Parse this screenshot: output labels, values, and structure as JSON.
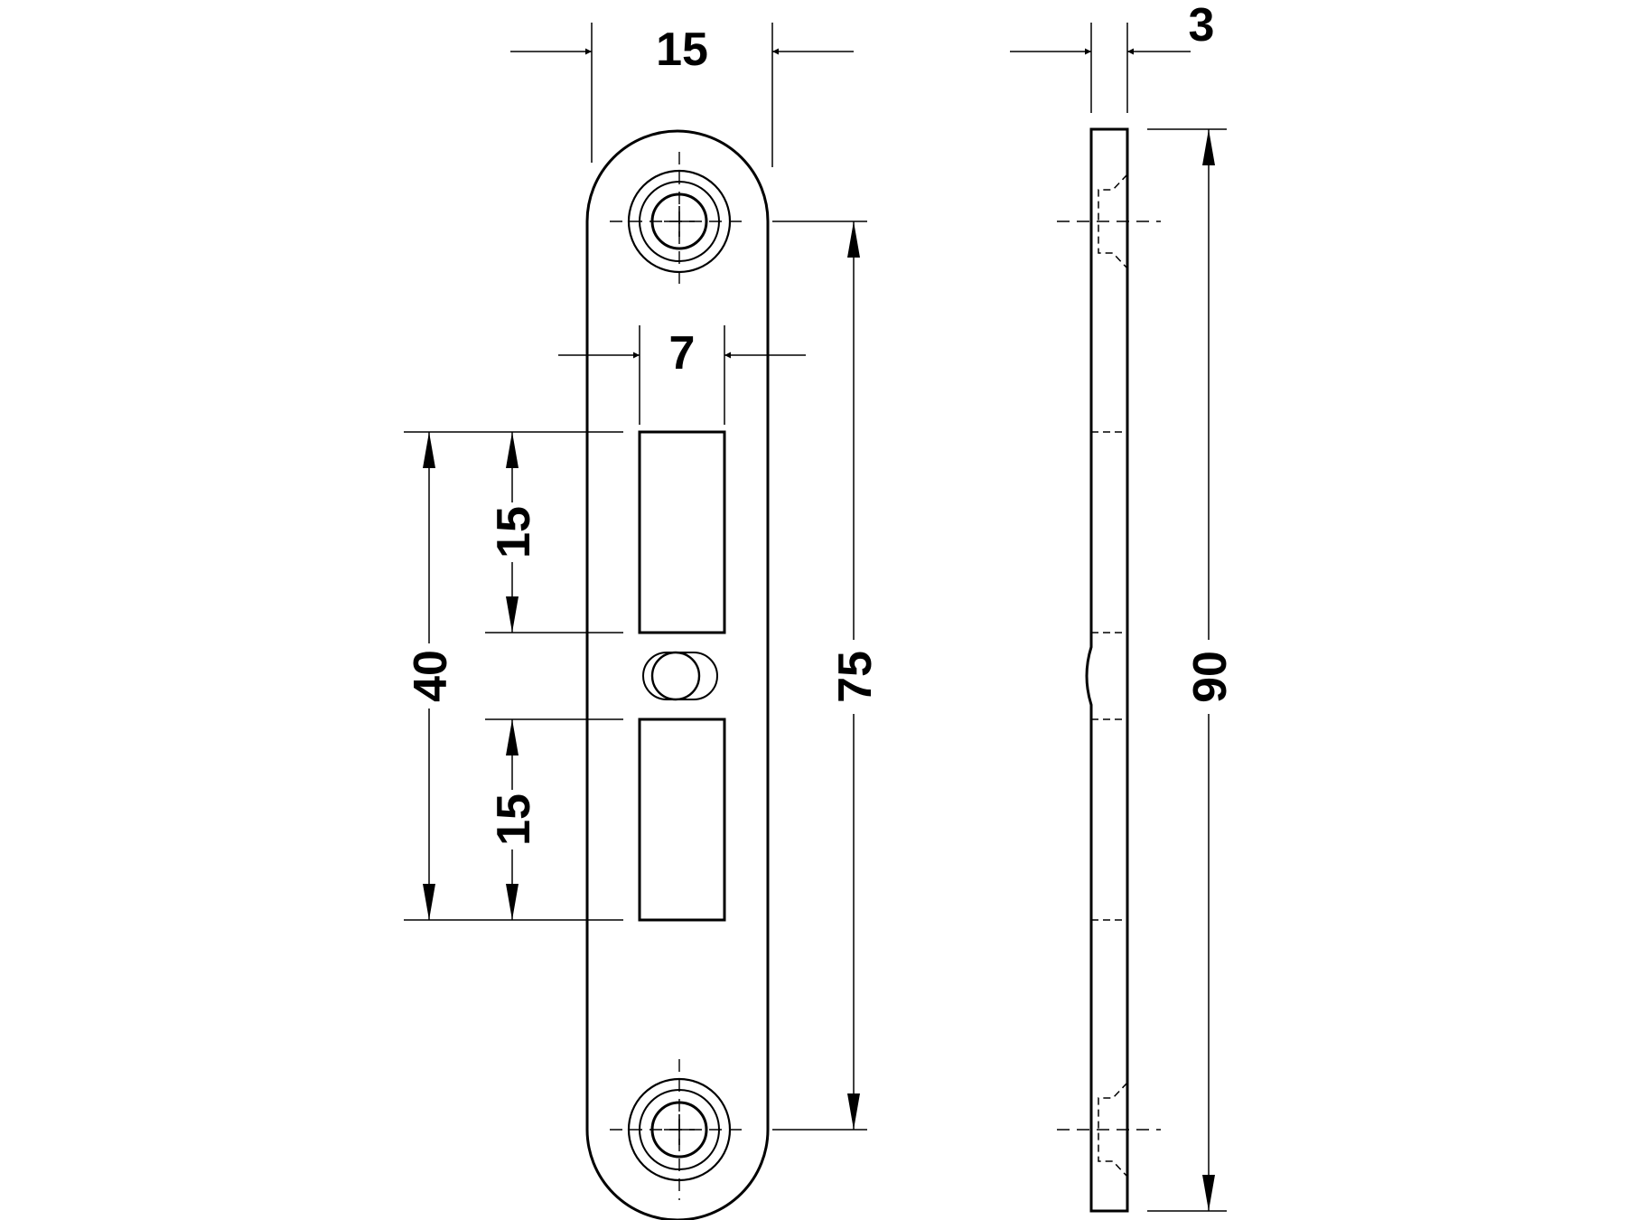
{
  "diagram": {
    "front_view": {
      "dimensions": {
        "width_top": "15",
        "slot_width": "7",
        "upper_slot_height": "15",
        "lower_slot_height": "15",
        "slot_span": "40",
        "hole_spacing": "75"
      }
    },
    "side_view": {
      "dimensions": {
        "thickness": "3",
        "total_height": "90"
      }
    }
  }
}
